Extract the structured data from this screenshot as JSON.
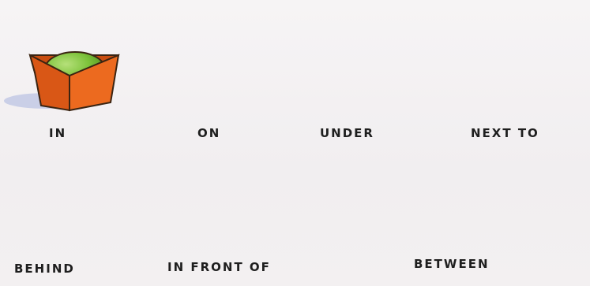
{
  "labels": {
    "in": "IN",
    "on": "ON",
    "under": "UNDER",
    "next_to": "NEXT TO",
    "behind": "BEHIND",
    "in_front_of": "IN FRONT OF",
    "between": "BETWEEN"
  },
  "colors": {
    "box_front": "#e8611a",
    "box_side": "#c94d10",
    "box_top": "#f07a2e",
    "ball": "#7cc23a",
    "ball_dark": "#5a9e22",
    "outline": "#3a2412",
    "shadow": "#9aa6d6"
  }
}
